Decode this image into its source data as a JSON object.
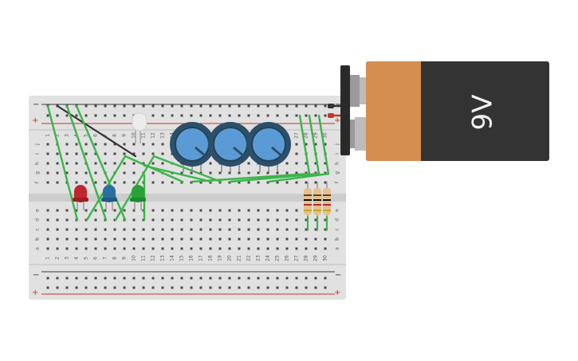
{
  "colors": {
    "board": "#e1e1e1",
    "board_divider": "#c9c9c9",
    "rail_blue": "#3a3a3a",
    "rail_red": "#c0392b",
    "wire_green": "#3bb54a",
    "wire_black": "#333333",
    "led_red": "#c0262d",
    "led_blue": "#2b6f9e",
    "led_green": "#2aa23c",
    "pot_body": "#2c4f6a",
    "pot_knob": "#5b9bd5",
    "battery_body": "#333333",
    "battery_band": "#d58e4f",
    "resistor": "#e3c28f"
  },
  "breadboard": {
    "rail_minus_symbol": "−",
    "rail_plus_symbol": "+",
    "row_letters_top": [
      "j",
      "i",
      "h",
      "g",
      "f"
    ],
    "row_letters_bottom": [
      "e",
      "d",
      "c",
      "b",
      "a"
    ],
    "column_numbers": [
      "1",
      "2",
      "3",
      "4",
      "5",
      "6",
      "7",
      "8",
      "9",
      "10",
      "11",
      "12",
      "13",
      "14",
      "15",
      "16",
      "17",
      "18",
      "19",
      "20",
      "21",
      "22",
      "23",
      "24",
      "25",
      "26",
      "27",
      "28",
      "29",
      "30"
    ]
  },
  "components": {
    "leds": [
      {
        "name": "red-led",
        "color": "red"
      },
      {
        "name": "blue-led",
        "color": "blue"
      },
      {
        "name": "green-led",
        "color": "green"
      }
    ],
    "rgb_led": "white-led",
    "potentiometers": [
      "pot-1",
      "pot-2",
      "pot-3"
    ],
    "resistors": [
      "resistor-1",
      "resistor-2",
      "resistor-3"
    ]
  },
  "battery": {
    "label": "9V"
  }
}
